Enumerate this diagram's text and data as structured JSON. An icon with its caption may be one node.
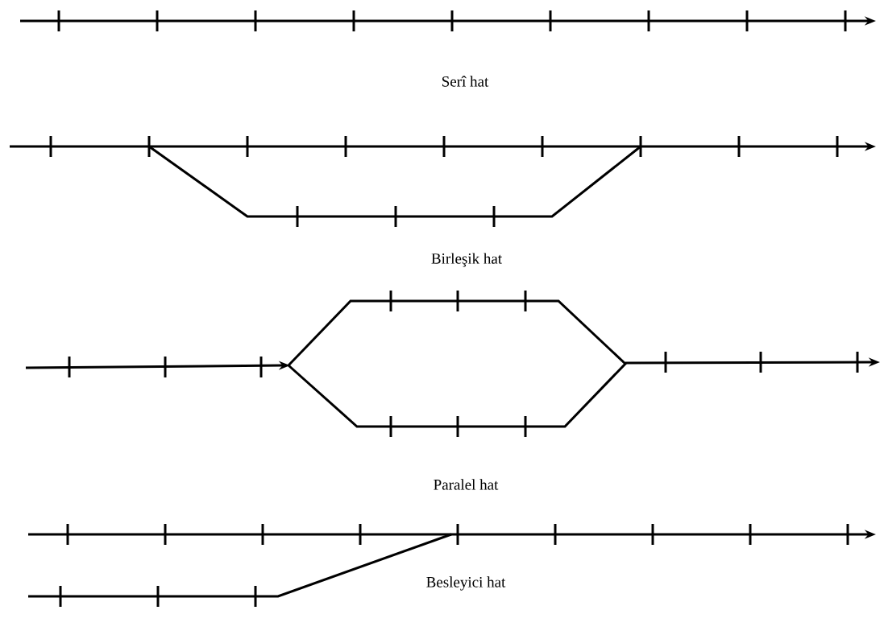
{
  "diagram": {
    "labels": [
      "Serî hat",
      "Birleşik hat",
      "Paralel hat",
      "Besleyici hat"
    ]
  }
}
